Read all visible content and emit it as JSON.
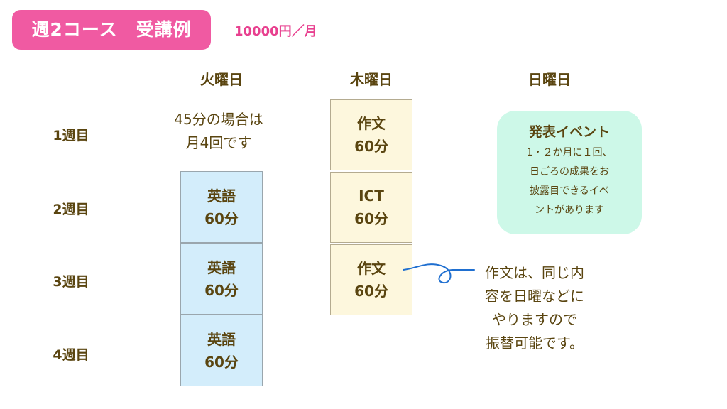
{
  "header": {
    "title": "週2コース　受講例",
    "price": "10000円／月"
  },
  "days": {
    "tuesday": "火曜日",
    "thursday": "木曜日",
    "sunday": "日曜日"
  },
  "weeks": [
    "1週目",
    "2週目",
    "3週目",
    "4週目"
  ],
  "tuesday_note": [
    "45分の場合は",
    "月4回です"
  ],
  "tuesday_cells": [
    {
      "subject": "英語",
      "duration": "60分"
    },
    {
      "subject": "英語",
      "duration": "60分"
    },
    {
      "subject": "英語",
      "duration": "60分"
    }
  ],
  "thursday_cells": [
    {
      "subject": "作文",
      "duration": "60分"
    },
    {
      "subject": "ICT",
      "duration": "60分"
    },
    {
      "subject": "作文",
      "duration": "60分"
    }
  ],
  "event": {
    "title": "発表イベント",
    "lines": [
      "1・２か月に１回、",
      "日ごろの成果をお",
      "披露目できるイベ",
      "ントがあります"
    ]
  },
  "composition_note": [
    "作文は、同じ内",
    "容を日曜などに",
    "やりますので",
    "振替可能です。"
  ],
  "colors": {
    "badge": "#f05aa2",
    "price": "#e8408f",
    "english_cell": "#d3edfb",
    "thursday_cell": "#fdf7dd",
    "event_box": "#cdf8e8",
    "connector_line": "#1f6fd0",
    "text": "#5a4510"
  }
}
